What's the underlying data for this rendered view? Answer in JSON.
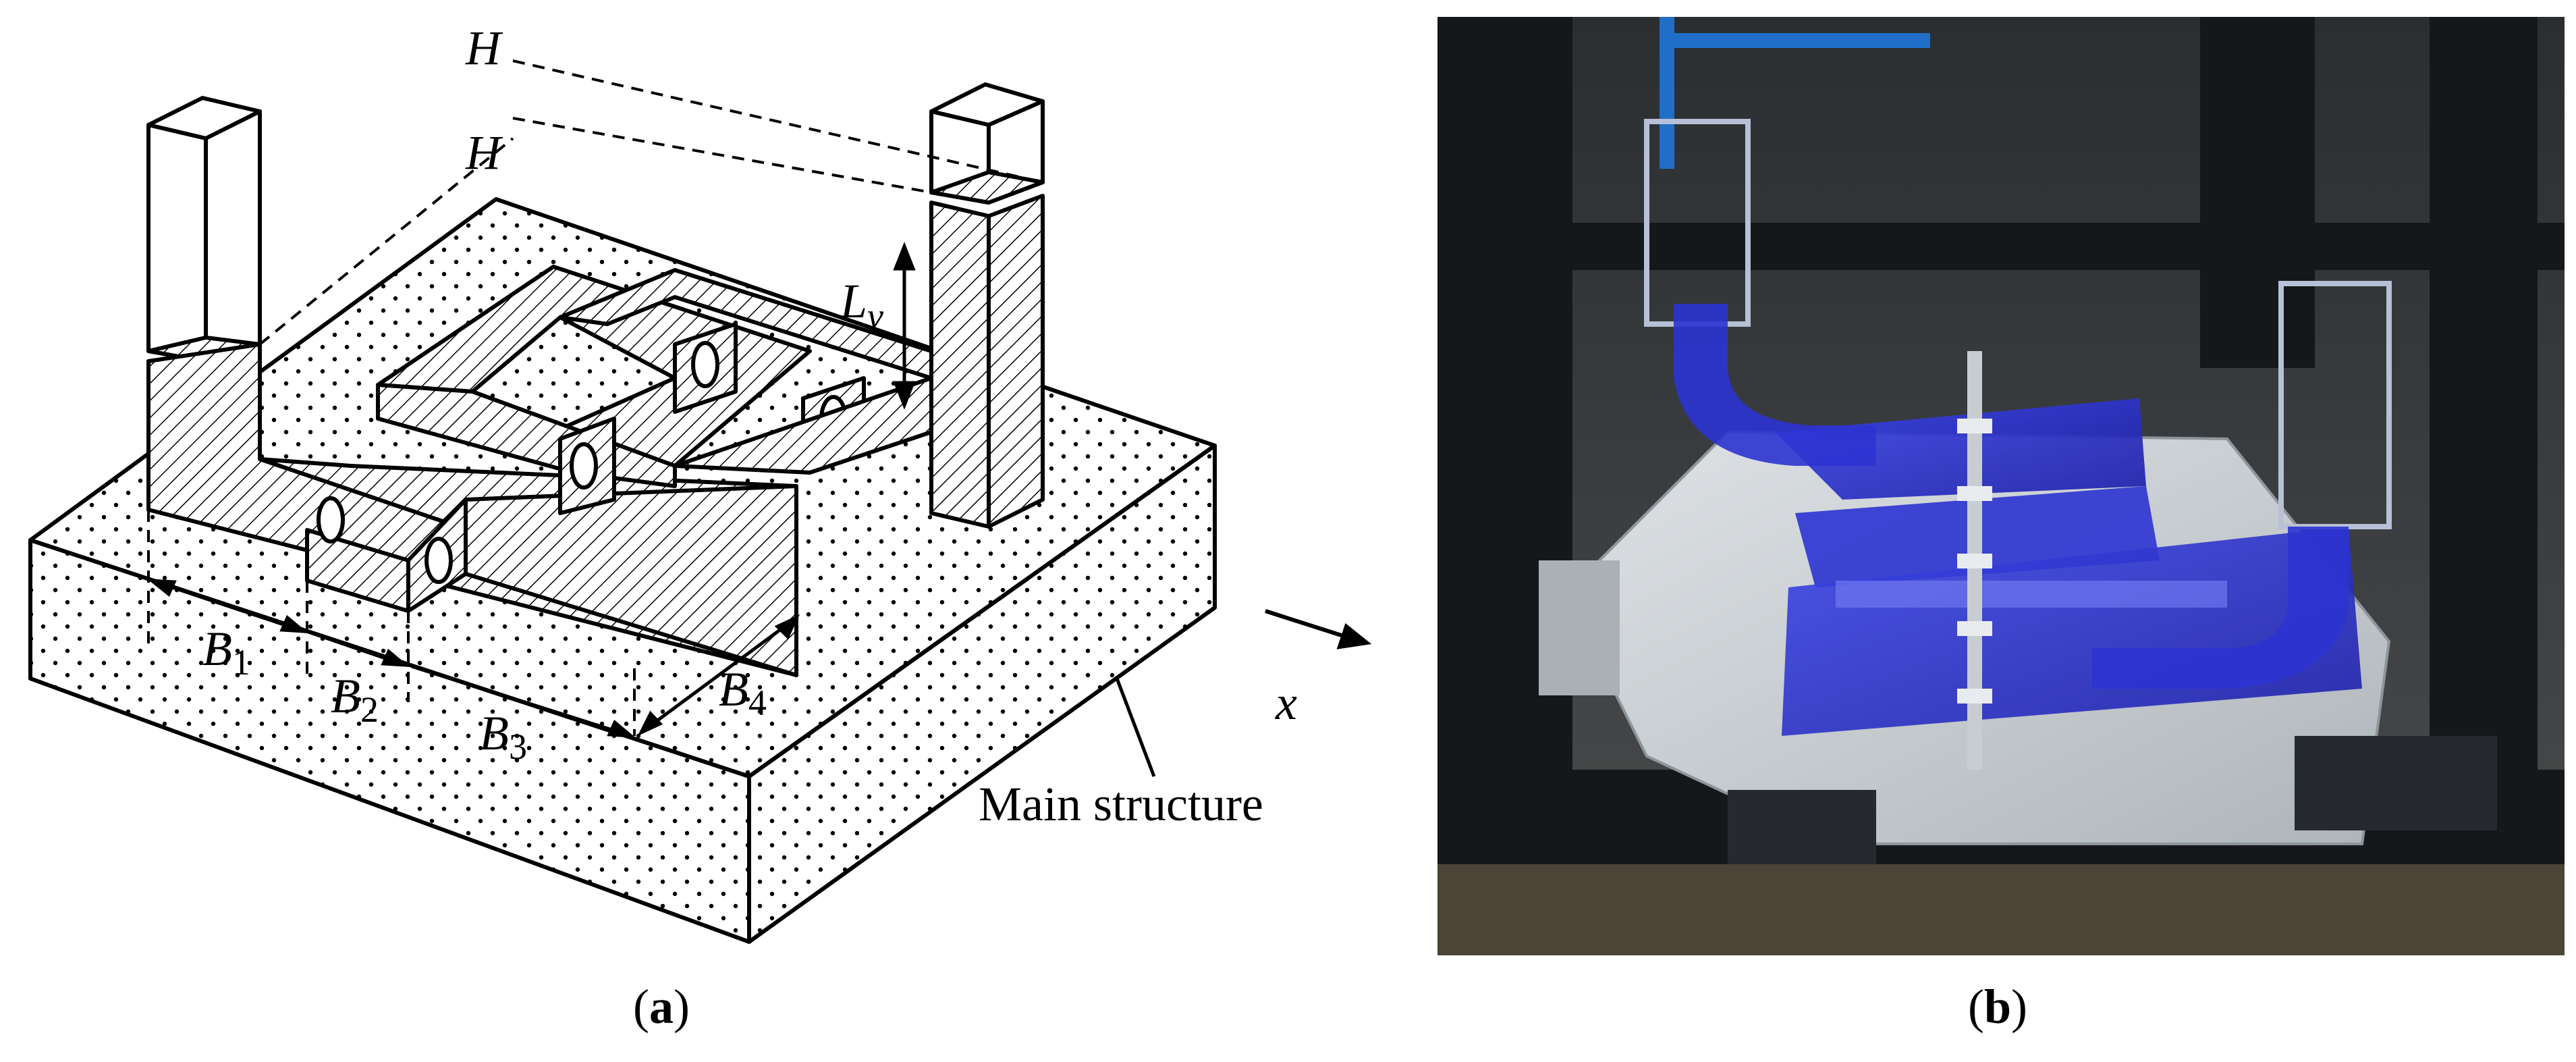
{
  "panel_a": {
    "labels": {
      "h_top": "H",
      "h_second": "H",
      "lv_main": "L",
      "lv_sub": "v",
      "b1": "B",
      "b1_sub": "1",
      "b2": "B",
      "b2_sub": "2",
      "b3": "B",
      "b3_sub": "3",
      "b4": "B",
      "b4_sub": "4",
      "x_axis": "x",
      "main_structure": "Main structure"
    },
    "caption_open": "(",
    "caption_letter": "a",
    "caption_close": ")"
  },
  "panel_b": {
    "caption_open": "(",
    "caption_letter": "b",
    "caption_close": ")"
  },
  "colors": {
    "liquid_blue": "#2b2fd6",
    "steel_frame": "#1c1f22",
    "base_plate": "#c9cfd3",
    "rig_blue": "#1f6fc9"
  }
}
